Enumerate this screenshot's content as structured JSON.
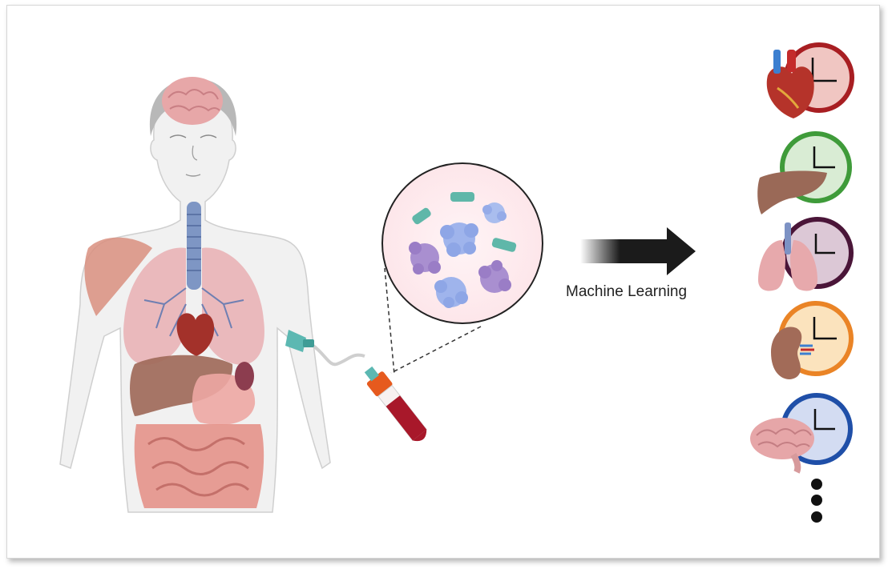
{
  "labels": {
    "machine_learning": "Machine Learning"
  },
  "organs": [
    {
      "name": "heart",
      "clock_color": "#a81e22"
    },
    {
      "name": "liver",
      "clock_color": "#3f9b3a"
    },
    {
      "name": "lungs",
      "clock_color": "#4a1538"
    },
    {
      "name": "kidney",
      "clock_color": "#ea8426"
    },
    {
      "name": "brain",
      "clock_color": "#1f4fa8"
    }
  ],
  "colors": {
    "arrow": "#1b1b1b",
    "ellipsis_dots": "#111111",
    "blood_tube": "#a8182a",
    "tube_cap": "#e65a1e",
    "needle": "#5cb8b2"
  }
}
